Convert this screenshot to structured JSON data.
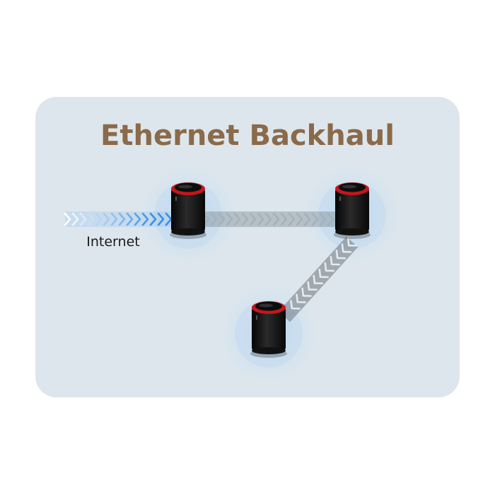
{
  "diagram": {
    "title": "Ethernet Backhaul",
    "internet_label": "Internet",
    "nodes": [
      {
        "name": "node-primary"
      },
      {
        "name": "node-satellite-right"
      },
      {
        "name": "node-satellite-bottom"
      }
    ],
    "links": [
      {
        "name": "internet-link",
        "from": "internet",
        "to": "node-primary",
        "kind": "internet"
      },
      {
        "name": "backhaul-link-horizontal",
        "from": "node-primary",
        "to": "node-satellite-right",
        "kind": "ethernet"
      },
      {
        "name": "backhaul-link-diagonal",
        "from": "node-satellite-right",
        "to": "node-satellite-bottom",
        "kind": "ethernet"
      }
    ]
  },
  "colors": {
    "panel": "#dde6ec",
    "title": "#8b6a4a",
    "internet_arrow": "#3f8fe0",
    "backhaul_arrow": "#a8b0b8",
    "device_body": "#1a1a1a",
    "device_ring": "#c4161c",
    "glow": "#b7d3ea"
  }
}
